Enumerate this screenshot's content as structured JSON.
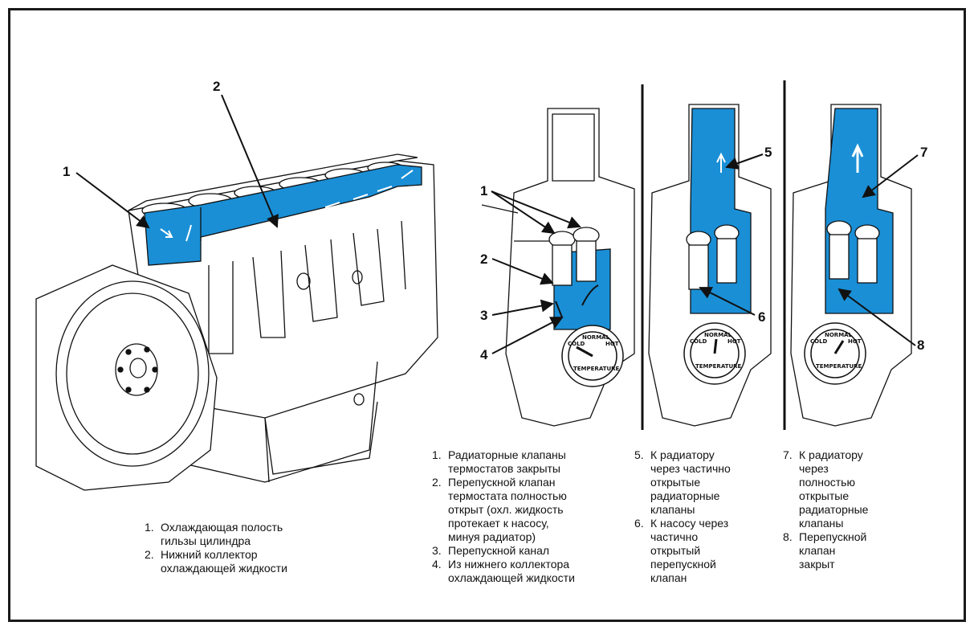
{
  "callouts_engine": [
    "1",
    "2"
  ],
  "callouts_thermostat": [
    "1",
    "2",
    "3",
    "4",
    "5",
    "6",
    "7",
    "8"
  ],
  "gauge": {
    "cold": "COLD",
    "normal": "NORMAL",
    "hot": "HOT",
    "temperature": "TEMPERATURE"
  },
  "captions": {
    "engine": [
      {
        "num": "1.",
        "text": "Охлаждающая полость\nгильзы цилиндра"
      },
      {
        "num": "2.",
        "text": "Нижний коллектор\nохлаждающей жидкости"
      }
    ],
    "col1": [
      {
        "num": "1.",
        "text": "Радиаторные клапаны\nтермостатов закрыты"
      },
      {
        "num": "2.",
        "text": "Перепускной клапан\nтермостата полностью\nоткрыт (охл. жидкость\nпротекает к насосу,\nминуя радиатор)"
      },
      {
        "num": "3.",
        "text": "Перепускной канал"
      },
      {
        "num": "4.",
        "text": "Из нижнего коллектора\nохлаждающей жидкости"
      }
    ],
    "col2": [
      {
        "num": "5.",
        "text": "К радиатору\nчерез частично\nоткрытые\nрадиаторные\nклапаны"
      },
      {
        "num": "6.",
        "text": "К насосу через\nчастично\nоткрытый\nперепускной\nклапан"
      }
    ],
    "col3": [
      {
        "num": "7.",
        "text": "К радиатору\nчерез\nполностью\nоткрытые\nрадиаторные\nклапаны"
      },
      {
        "num": "8.",
        "text": "Перепускной\nклапан\nзакрыт"
      }
    ]
  },
  "colors": {
    "coolant": "#1a8fd6",
    "ink": "#111111"
  }
}
